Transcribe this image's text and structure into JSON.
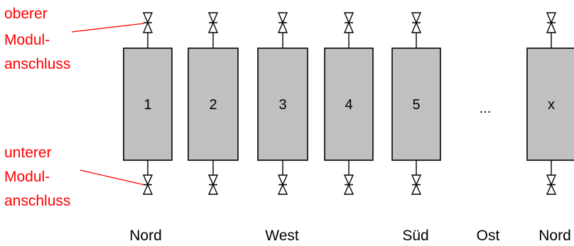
{
  "annotations": {
    "upper": {
      "lines": [
        "oberer",
        "Modul-",
        "anschluss"
      ]
    },
    "lower": {
      "lines": [
        "unterer",
        "Modul-",
        "anschluss"
      ]
    }
  },
  "modules": [
    {
      "label": "1"
    },
    {
      "label": "2"
    },
    {
      "label": "3"
    },
    {
      "label": "4"
    },
    {
      "label": "5"
    },
    {
      "label": "x"
    }
  ],
  "ellipsis": "...",
  "bottom_labels": [
    "Nord",
    "West",
    "Süd",
    "Ost",
    "Nord"
  ],
  "colors": {
    "module_fill": "#c0c0c0",
    "stroke": "#000000",
    "annotation": "#ff0000",
    "background": "#ffffff"
  }
}
